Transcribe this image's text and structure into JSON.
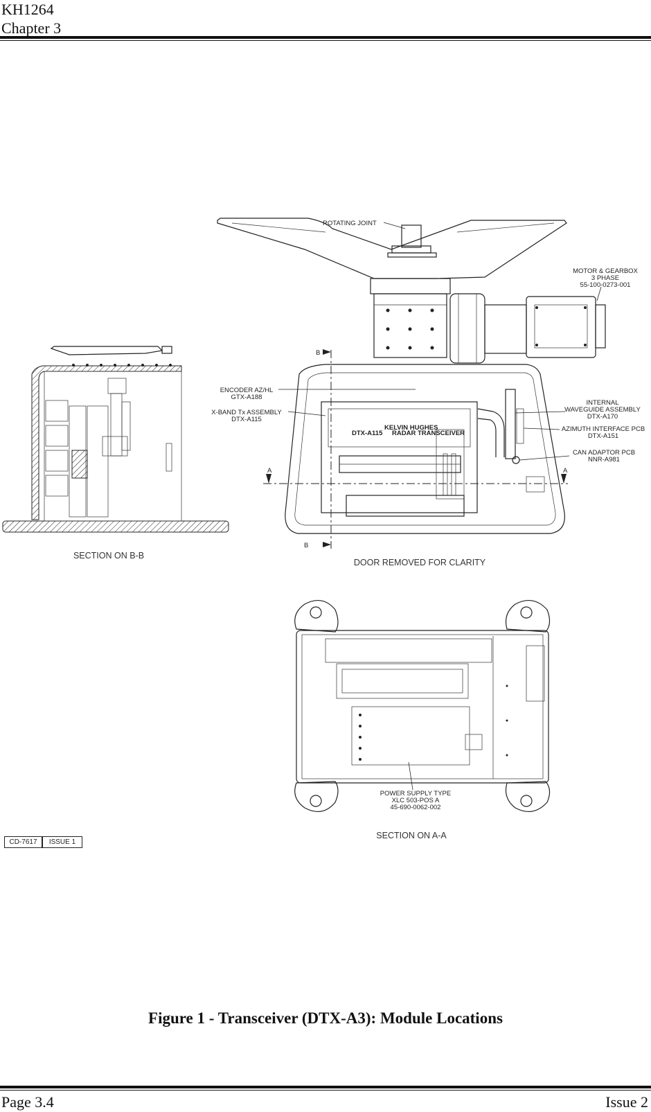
{
  "header": {
    "doc_id": "KH1264",
    "chapter": "Chapter 3"
  },
  "figure": {
    "caption": "Figure 1 - Transceiver (DTX-A3): Module Locations",
    "labels": {
      "rotating_joint": "ROTATING JOINT",
      "motor_gearbox": [
        "MOTOR & GEARBOX",
        "3 PHASE",
        "55-100-0273-001"
      ],
      "encoder": [
        "ENCODER AZ/HL",
        "GTX-A188"
      ],
      "xband_tx": [
        "X-BAND Tx ASSEMBLY",
        "DTX-A115"
      ],
      "internal_waveguide": [
        "INTERNAL",
        "WAVEGUIDE ASSEMBLY",
        "DTX-A170"
      ],
      "azimuth_interface": [
        "AZIMUTH INTERFACE PCB",
        "DTX-A151"
      ],
      "can_adaptor": [
        "CAN ADAPTOR PCB",
        "NNR-A981"
      ],
      "power_supply": [
        "POWER SUPPLY TYPE",
        "XLC 503-POS A",
        "45-690-0062-002"
      ],
      "transceiver_panel": [
        "KELVIN HUGHES",
        "DTX-A115",
        "RADAR TRANSCEIVER"
      ]
    },
    "section_markers": {
      "a": "A",
      "b": "B"
    },
    "sections": {
      "bb": "SECTION ON B-B",
      "aa": "SECTION ON A-A",
      "door_note": "DOOR REMOVED FOR CLARITY"
    },
    "drawing_no": "CD-7617",
    "drawing_issue": "ISSUE 1"
  },
  "footer": {
    "page": "Page 3.4",
    "issue": "Issue 2"
  }
}
